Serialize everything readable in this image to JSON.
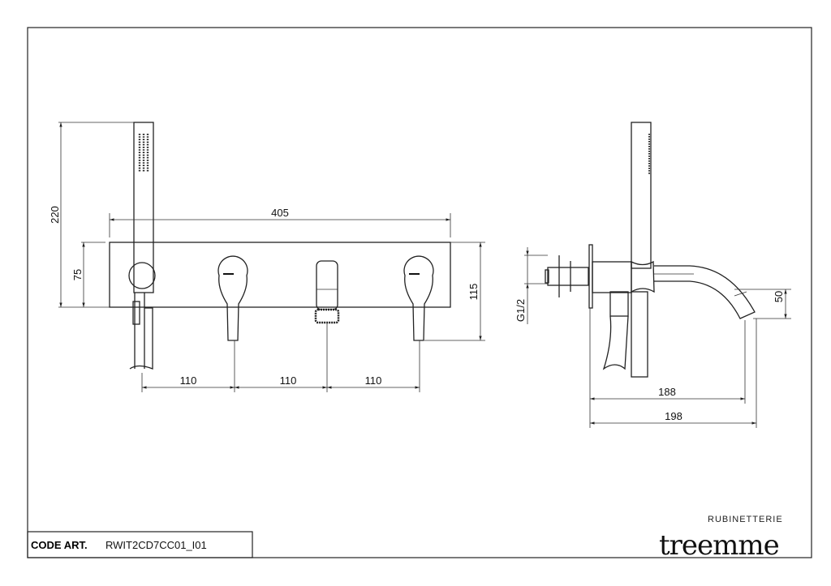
{
  "title_block": {
    "code_label": "CODE ART.",
    "code_value": "RWIT2CD7CC01_I01"
  },
  "brand": {
    "name": "treemme",
    "subtitle": "RUBINETTERIE"
  },
  "front_view": {
    "dimensions": {
      "overall_height": "220",
      "plate_width": "405",
      "plate_height": "75",
      "lever_height": "115",
      "spacing": [
        "110",
        "110",
        "110"
      ]
    }
  },
  "side_view": {
    "dimensions": {
      "thread": "G1/2",
      "spout_drop": "50",
      "projection_spout": "188",
      "projection_total": "198"
    }
  }
}
